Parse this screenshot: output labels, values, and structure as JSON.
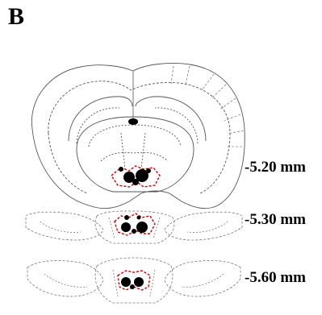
{
  "panel": {
    "letter": "B"
  },
  "levels": [
    {
      "label": "-5.20 mm"
    },
    {
      "label": "-5.30 mm"
    },
    {
      "label": "-5.60 mm"
    }
  ],
  "colors": {
    "outline": "#555555",
    "lesion": "#000000",
    "boundary": "#d40000"
  }
}
